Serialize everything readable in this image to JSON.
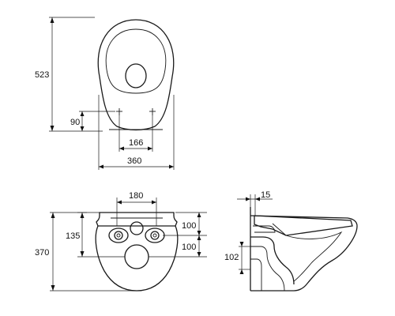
{
  "diagram": {
    "top_view": {
      "height_label": "523",
      "mount_offset_label": "90",
      "mount_spacing_label": "166",
      "width_label": "360"
    },
    "back_view": {
      "top_spacing_label": "180",
      "overall_height_label": "370",
      "hole_height_label": "135",
      "upper_gap_label": "100",
      "lower_gap_label": "100"
    },
    "side_view": {
      "wall_offset_label": "15",
      "outlet_height_label": "102"
    }
  }
}
